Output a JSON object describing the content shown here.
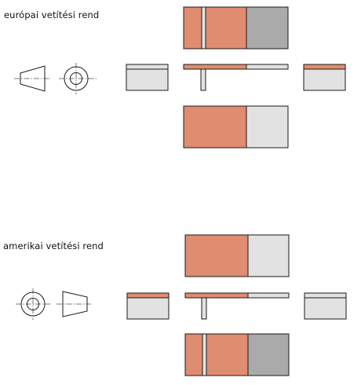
{
  "labels": {
    "european": "európai vetítési rend",
    "american": "amerikai vetítési rend"
  },
  "colors": {
    "salmon": "#e08c70",
    "light_gray": "#e2e2e2",
    "dark_gray": "#aaaaaa",
    "outline": "#1a1a1a",
    "center_line": "#777777"
  },
  "symbols": {
    "european": [
      "truncated-cone-side-view",
      "concentric-circles-front-view"
    ],
    "american": [
      "concentric-circles-front-view",
      "truncated-cone-side-view"
    ]
  }
}
